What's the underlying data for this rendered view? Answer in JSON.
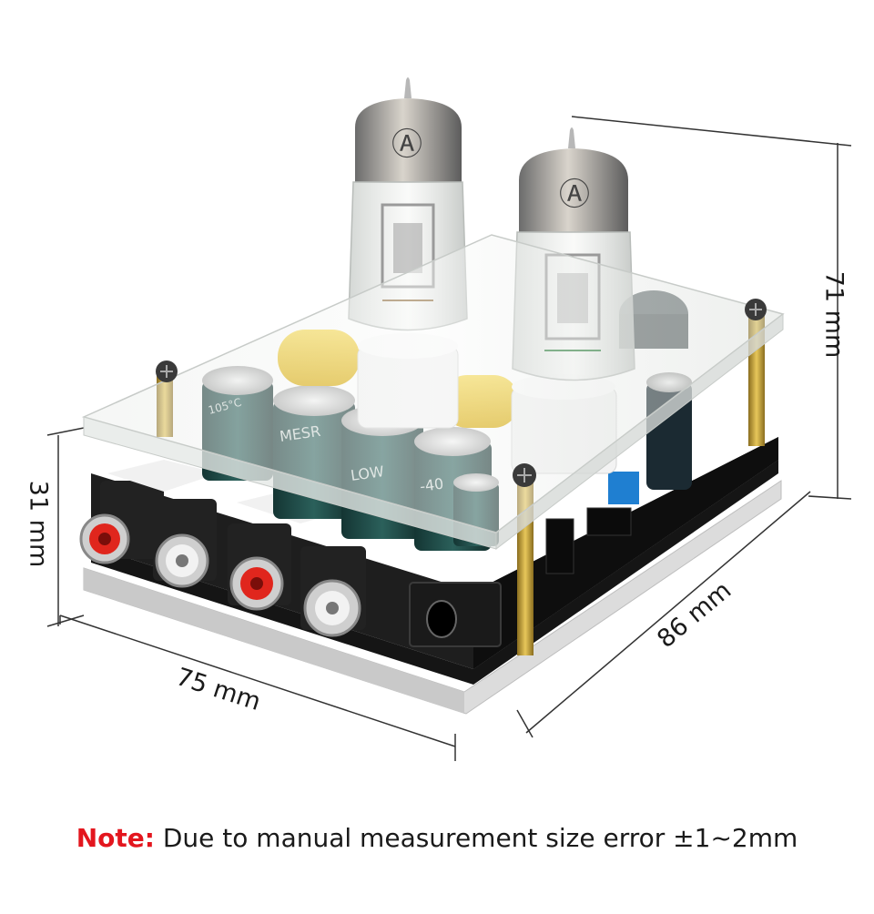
{
  "dimensions": {
    "height": "71 mm",
    "thickness": "31 mm",
    "width": "75 mm",
    "depth": "86 mm"
  },
  "note": {
    "prefix": "Note:",
    "text": " Due to manual measurement size error ±1~2mm"
  },
  "components": {
    "tube_logo": "Ⓐ",
    "capacitor_top_text": "MESR",
    "capacitor_mid_text": "LOW",
    "capacitor_side_text": "-40",
    "capacitor_small_text": "105°C"
  },
  "colors": {
    "rca_red": "#e0261d",
    "rca_white": "#f2f2f2",
    "capacitor_teal": "#1f4a47",
    "film_cap_yellow": "#f2c51a",
    "pcb_black": "#151515",
    "brass_post": "#c9a43a",
    "note_red": "#e3161e"
  }
}
